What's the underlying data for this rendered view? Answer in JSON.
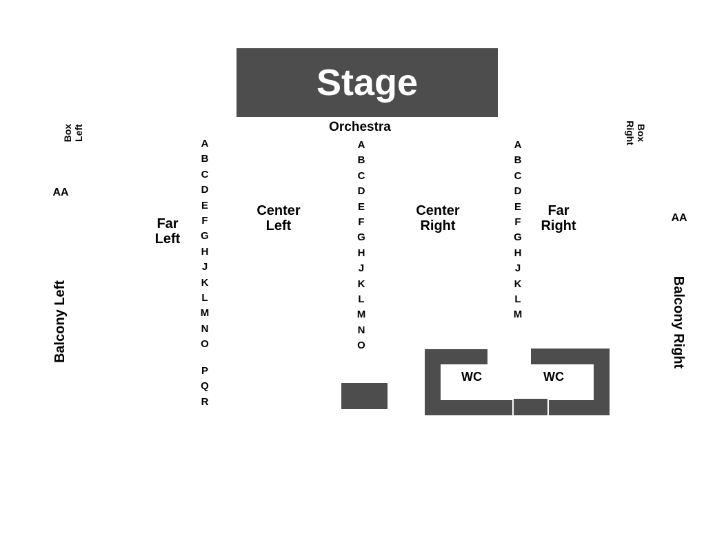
{
  "stage": {
    "label": "Stage"
  },
  "orchestra": {
    "label": "Orchestra"
  },
  "sections": {
    "far_left": {
      "line1": "Far",
      "line2": "Left"
    },
    "center_left": {
      "line1": "Center",
      "line2": "Left"
    },
    "center_right": {
      "line1": "Center",
      "line2": "Right"
    },
    "far_right": {
      "line1": "Far",
      "line2": "Right"
    },
    "box_left": {
      "line1": "Box",
      "line2": "Left"
    },
    "box_right": {
      "line1": "Box",
      "line2": "Right"
    },
    "balcony_left": "Balcony Left",
    "balcony_right": "Balcony Right",
    "aa_left": "AA",
    "aa_right": "AA"
  },
  "rows": {
    "left_aisle": [
      "A",
      "B",
      "C",
      "D",
      "E",
      "F",
      "G",
      "H",
      "J",
      "K",
      "L",
      "M",
      "N",
      "O"
    ],
    "left_aisle_rear": [
      "P",
      "Q",
      "R"
    ],
    "center_aisle": [
      "A",
      "B",
      "C",
      "D",
      "E",
      "F",
      "G",
      "H",
      "J",
      "K",
      "L",
      "M",
      "N",
      "O"
    ],
    "right_aisle": [
      "A",
      "B",
      "C",
      "D",
      "E",
      "F",
      "G",
      "H",
      "J",
      "K",
      "L",
      "M"
    ]
  },
  "restrooms": {
    "left": "WC",
    "right": "WC"
  },
  "colors": {
    "block": "#4d4d4d",
    "text": "#000000",
    "stage_text": "#ffffff",
    "background": "#ffffff"
  }
}
